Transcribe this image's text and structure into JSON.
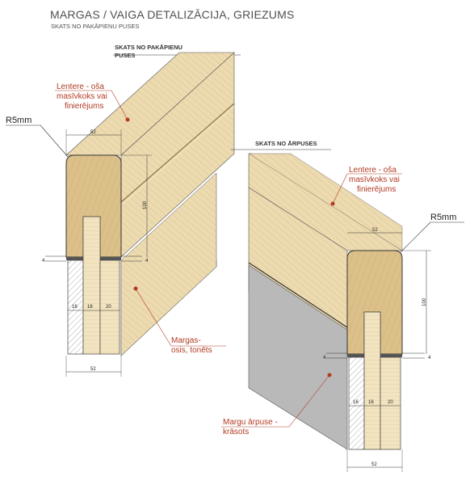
{
  "header": {
    "title": "MARGAS / VAIGA DETALIZĀCIJA, GRIEZUMS",
    "subtitle": "SKATS NO PAKĀPIENU PUSES"
  },
  "left_detail": {
    "view_label_line1": "SKATS NO PAKĀPIENU",
    "view_label_line2": "PUSES",
    "radius": "R5mm",
    "handrail_note": [
      "Lentere - oša",
      "masīvkoks vai",
      "finierējums"
    ],
    "stringer_note": [
      "Margas-",
      "osis, tonēts"
    ],
    "dims": {
      "top_width": "52",
      "height": "100",
      "gap_top": "4",
      "gap_side": "4",
      "layers": [
        "16",
        "16",
        "20"
      ],
      "bottom_width": "52"
    }
  },
  "right_detail": {
    "view_label": "SKATS NO ĀRPUSES",
    "radius": "R5mm",
    "handrail_note": [
      "Lentere - oša",
      "masīvkoks vai",
      "finierējums"
    ],
    "stringer_note": [
      "Margu ārpuse -",
      "krāsots"
    ],
    "dims": {
      "top_width": "52",
      "height": "100",
      "gap_top": "4",
      "gap_side": "4",
      "layers": [
        "16",
        "16",
        "20"
      ],
      "bottom_width": "52"
    }
  },
  "colors": {
    "wood": "#e9d6a8",
    "wood_dark": "#cfae70",
    "wood_section": "#d9bb82",
    "painted": "#b9b9b9",
    "annotation": "#b23a22",
    "line": "#333333"
  }
}
